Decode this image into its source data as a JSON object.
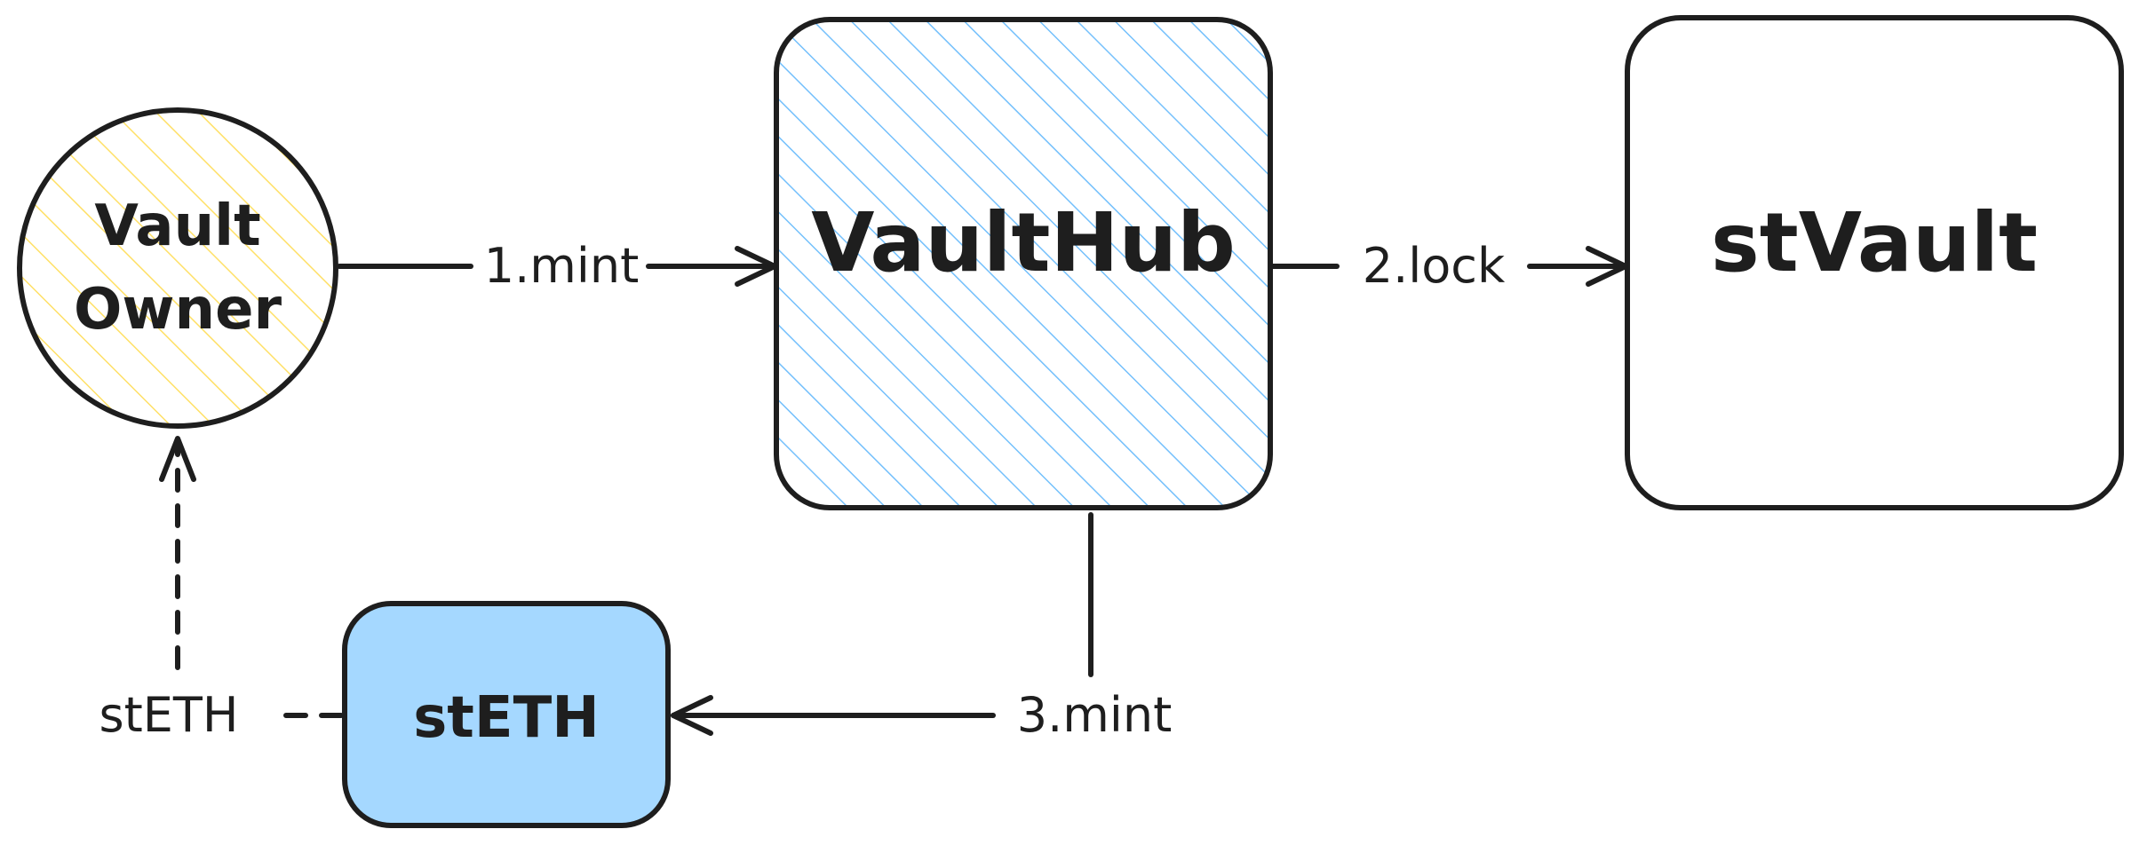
{
  "nodes": {
    "vault_owner": {
      "line1": "Vault",
      "line2": "Owner",
      "fill": "#ffec99"
    },
    "vault_hub": {
      "label": "VaultHub",
      "fill": "#a5d8ff"
    },
    "st_vault": {
      "label": "stVault"
    },
    "st_eth": {
      "label": "stETH",
      "fill": "#a5d8ff"
    }
  },
  "edges": {
    "mint1": "1.mint",
    "lock2": "2.lock",
    "mint3": "3.mint",
    "steth_return": "stETH"
  },
  "colors": {
    "stroke": "#1e1e1e",
    "hatch_yellow": "#ffec99",
    "hatch_blue": "#a5d8ff",
    "steth_fill": "#a5d8ff"
  }
}
